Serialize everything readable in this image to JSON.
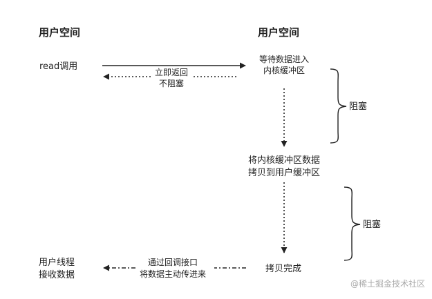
{
  "headers": {
    "left": "用户空间",
    "right": "用户空间"
  },
  "left": {
    "read_call": "read调用",
    "user_thread": [
      "用户线程",
      "接收数据"
    ]
  },
  "right": {
    "wait_data": [
      "等待数据进入",
      "内核缓冲区"
    ],
    "copy_data": [
      "将内核缓冲区数据",
      "拷贝到用户缓冲区"
    ],
    "copy_done": "拷贝完成"
  },
  "arrows": {
    "return_immediately": [
      "立即返回",
      "不阻塞"
    ],
    "notify": [
      "通过回调接口",
      "将数据主动传进来"
    ]
  },
  "braces": {
    "block1": "阻塞",
    "block2": "阻塞"
  },
  "watermark": "@稀土掘金技术社区",
  "colors": {
    "line": "#222222",
    "text": "#222222",
    "watermark": "#a9a9a9"
  }
}
